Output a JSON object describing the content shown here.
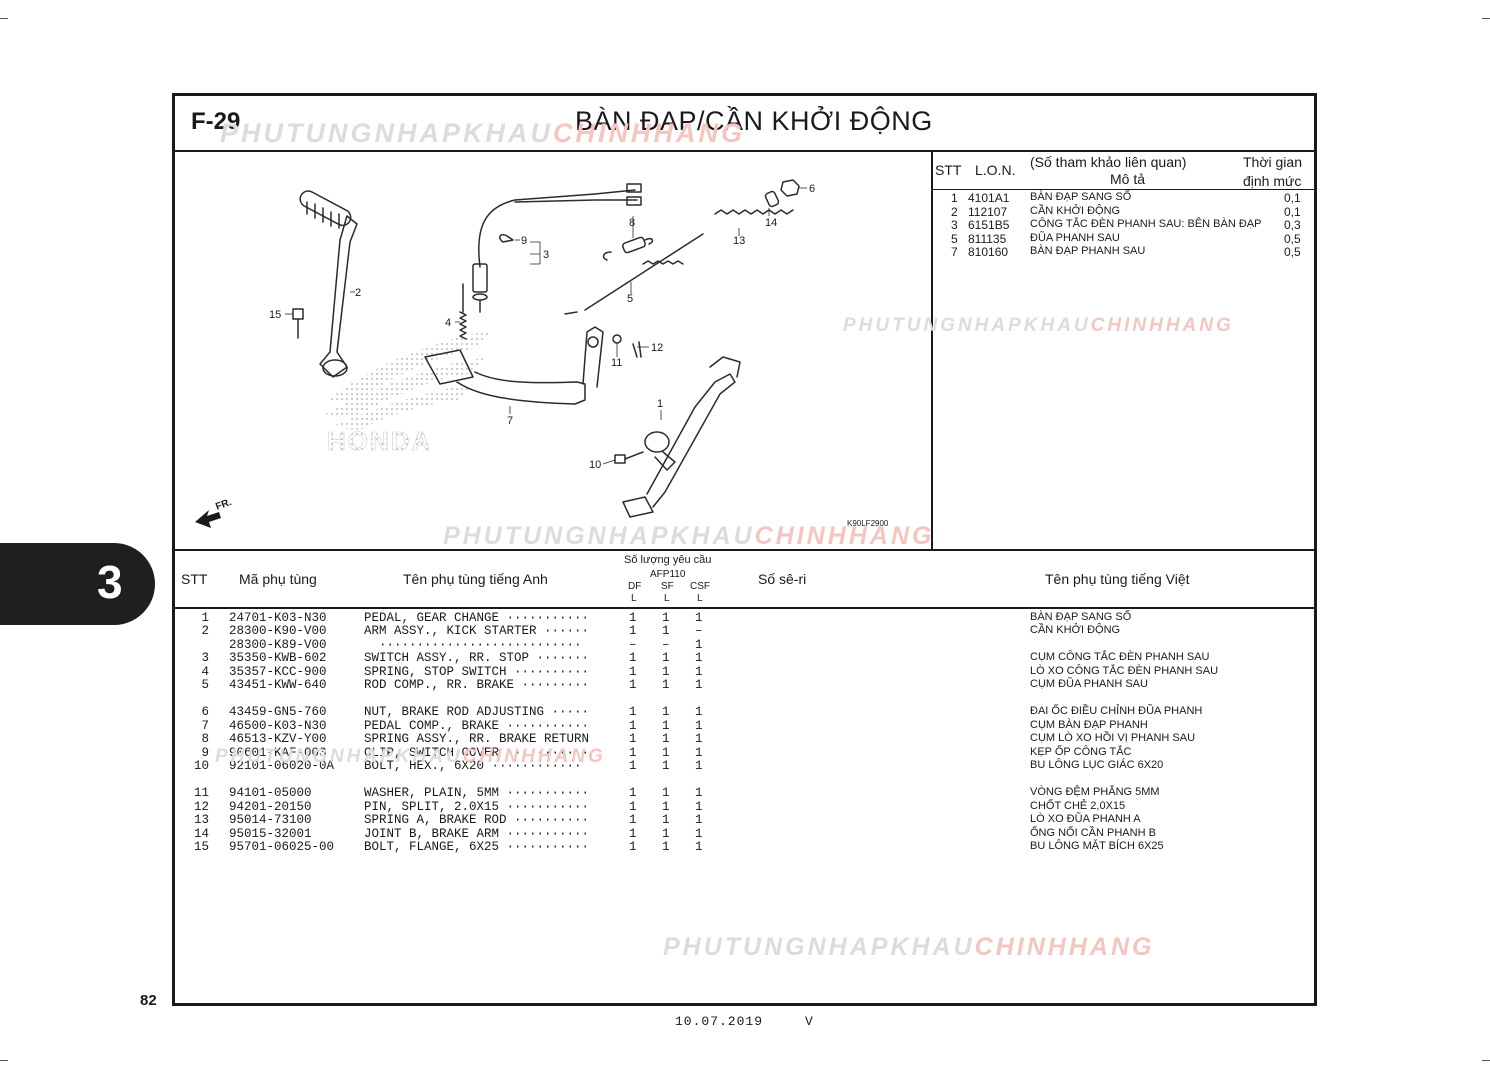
{
  "header": {
    "code": "F-29",
    "title": "BÀN ĐẠP/CẦN KHỞI ĐỘNG"
  },
  "watermark": {
    "gray": "PHUTUNGNHAPKHAU",
    "red": "CHINHHANG"
  },
  "diagram": {
    "callouts": [
      "1",
      "2",
      "3",
      "4",
      "5",
      "6",
      "7",
      "8",
      "9",
      "10",
      "11",
      "12",
      "13",
      "14",
      "15"
    ],
    "brand_text": "HONDA",
    "direction_label": "FR.",
    "figure_code": "K90LF2900",
    "colors": {
      "line": "#2b2b2b",
      "logo_dots": "#bdbdbd"
    }
  },
  "ref_table": {
    "head": {
      "stt": "STT",
      "lon": "L.O.N.",
      "ref": "(Số tham khảo liên quan)",
      "desc": "Mô tả",
      "time1": "Thời gian",
      "time2": "định mức"
    },
    "rows": [
      {
        "stt": "1",
        "lon": "4101A1",
        "desc": "BÀN ĐẠP SANG SỐ",
        "time": "0,1"
      },
      {
        "stt": "2",
        "lon": "112107",
        "desc": "CẦN KHỞI ĐỘNG",
        "time": "0,1"
      },
      {
        "stt": "3",
        "lon": "6151B5",
        "desc": "CÔNG TẮC ĐÈN PHANH SAU: BÊN BÀN ĐẠP",
        "time": "0,3"
      },
      {
        "stt": "5",
        "lon": "811135",
        "desc": "ĐŨA PHANH SAU",
        "time": "0,5"
      },
      {
        "stt": "7",
        "lon": "810160",
        "desc": "BÀN ĐẠP PHANH SAU",
        "time": "0,5"
      }
    ]
  },
  "parts_table": {
    "head": {
      "stt": "STT",
      "part_no": "Mã phụ tùng",
      "name_en": "Tên phụ tùng tiếng Anh",
      "qty": "Số lượng yêu cầu",
      "model": "AFP110",
      "cols": [
        {
          "top": "DF",
          "bot": "L"
        },
        {
          "top": "SF",
          "bot": "L"
        },
        {
          "top": "CSF",
          "bot": "L"
        }
      ],
      "serial": "Số sê-ri",
      "name_vi": "Tên phụ tùng tiếng Việt"
    },
    "rows": [
      {
        "stt": "1",
        "part": "24701-K03-N30",
        "en": "PEDAL, GEAR CHANGE ···········",
        "df": "1",
        "sf": "1",
        "csf": "1",
        "vi": "BÀN ĐẠP SANG SỐ"
      },
      {
        "stt": "2",
        "part": "28300-K90-V00",
        "en": "ARM ASSY., KICK STARTER ······",
        "df": "1",
        "sf": "1",
        "csf": "–",
        "vi": "CẦN KHỞI ĐỘNG"
      },
      {
        "stt": "",
        "part": "28300-K89-V00",
        "en": "  ···························",
        "df": "–",
        "sf": "–",
        "csf": "1",
        "vi": ""
      },
      {
        "stt": "3",
        "part": "35350-KWB-602",
        "en": "SWITCH ASSY., RR. STOP ·······",
        "df": "1",
        "sf": "1",
        "csf": "1",
        "vi": "CỤM CÔNG TẮC ĐÈN PHANH SAU"
      },
      {
        "stt": "4",
        "part": "35357-KCC-900",
        "en": "SPRING, STOP SWITCH ··········",
        "df": "1",
        "sf": "1",
        "csf": "1",
        "vi": "LÒ XO CÔNG TẮC ĐÈN PHANH SAU"
      },
      {
        "stt": "5",
        "part": "43451-KWW-640",
        "en": "ROD COMP., RR. BRAKE ·········",
        "df": "1",
        "sf": "1",
        "csf": "1",
        "vi": "CỤM ĐŨA PHANH SAU"
      },
      {
        "stt": "6",
        "part": "43459-GN5-760",
        "en": "NUT, BRAKE ROD ADJUSTING ·····",
        "df": "1",
        "sf": "1",
        "csf": "1",
        "vi": "ĐAI ỐC ĐIỀU CHỈNH ĐŨA PHANH"
      },
      {
        "stt": "7",
        "part": "46500-K03-N30",
        "en": "PEDAL COMP., BRAKE ···········",
        "df": "1",
        "sf": "1",
        "csf": "1",
        "vi": "CỤM BÀN ĐẠP PHANH"
      },
      {
        "stt": "8",
        "part": "46513-KZV-Y00",
        "en": "SPRING ASSY., RR. BRAKE RETURN",
        "df": "1",
        "sf": "1",
        "csf": "1",
        "vi": "CỤM LÒ XO HỒI VỊ PHANH SAU"
      },
      {
        "stt": "9",
        "part": "90601-KAF-003",
        "en": "CLIP, SWITCH COVER ···········",
        "df": "1",
        "sf": "1",
        "csf": "1",
        "vi": "KẸP ỐP CÔNG TẮC"
      },
      {
        "stt": "10",
        "part": "92101-06020-0A",
        "en": "BOLT, HEX., 6X20 ············",
        "df": "1",
        "sf": "1",
        "csf": "1",
        "vi": "BU LÔNG LỤC GIÁC 6X20"
      },
      {
        "stt": "11",
        "part": "94101-05000",
        "en": "WASHER, PLAIN, 5MM ···········",
        "df": "1",
        "sf": "1",
        "csf": "1",
        "vi": "VÒNG ĐỆM PHẲNG 5MM"
      },
      {
        "stt": "12",
        "part": "94201-20150",
        "en": "PIN, SPLIT, 2.0X15 ···········",
        "df": "1",
        "sf": "1",
        "csf": "1",
        "vi": "CHỐT CHẺ 2,0X15"
      },
      {
        "stt": "13",
        "part": "95014-73100",
        "en": "SPRING A, BRAKE ROD ··········",
        "df": "1",
        "sf": "1",
        "csf": "1",
        "vi": "LÒ XO ĐŨA PHANH A"
      },
      {
        "stt": "14",
        "part": "95015-32001",
        "en": "JOINT B, BRAKE ARM ···········",
        "df": "1",
        "sf": "1",
        "csf": "1",
        "vi": "ỐNG NỐI CẦN PHANH B"
      },
      {
        "stt": "15",
        "part": "95701-06025-00",
        "en": "BOLT, FLANGE, 6X25 ···········",
        "df": "1",
        "sf": "1",
        "csf": "1",
        "vi": "BU LÔNG MẶT BÍCH 6X25"
      }
    ]
  },
  "footer": {
    "page_number": "82",
    "date": "10.07.2019",
    "version": "V"
  },
  "section_tab": {
    "number": "3"
  }
}
